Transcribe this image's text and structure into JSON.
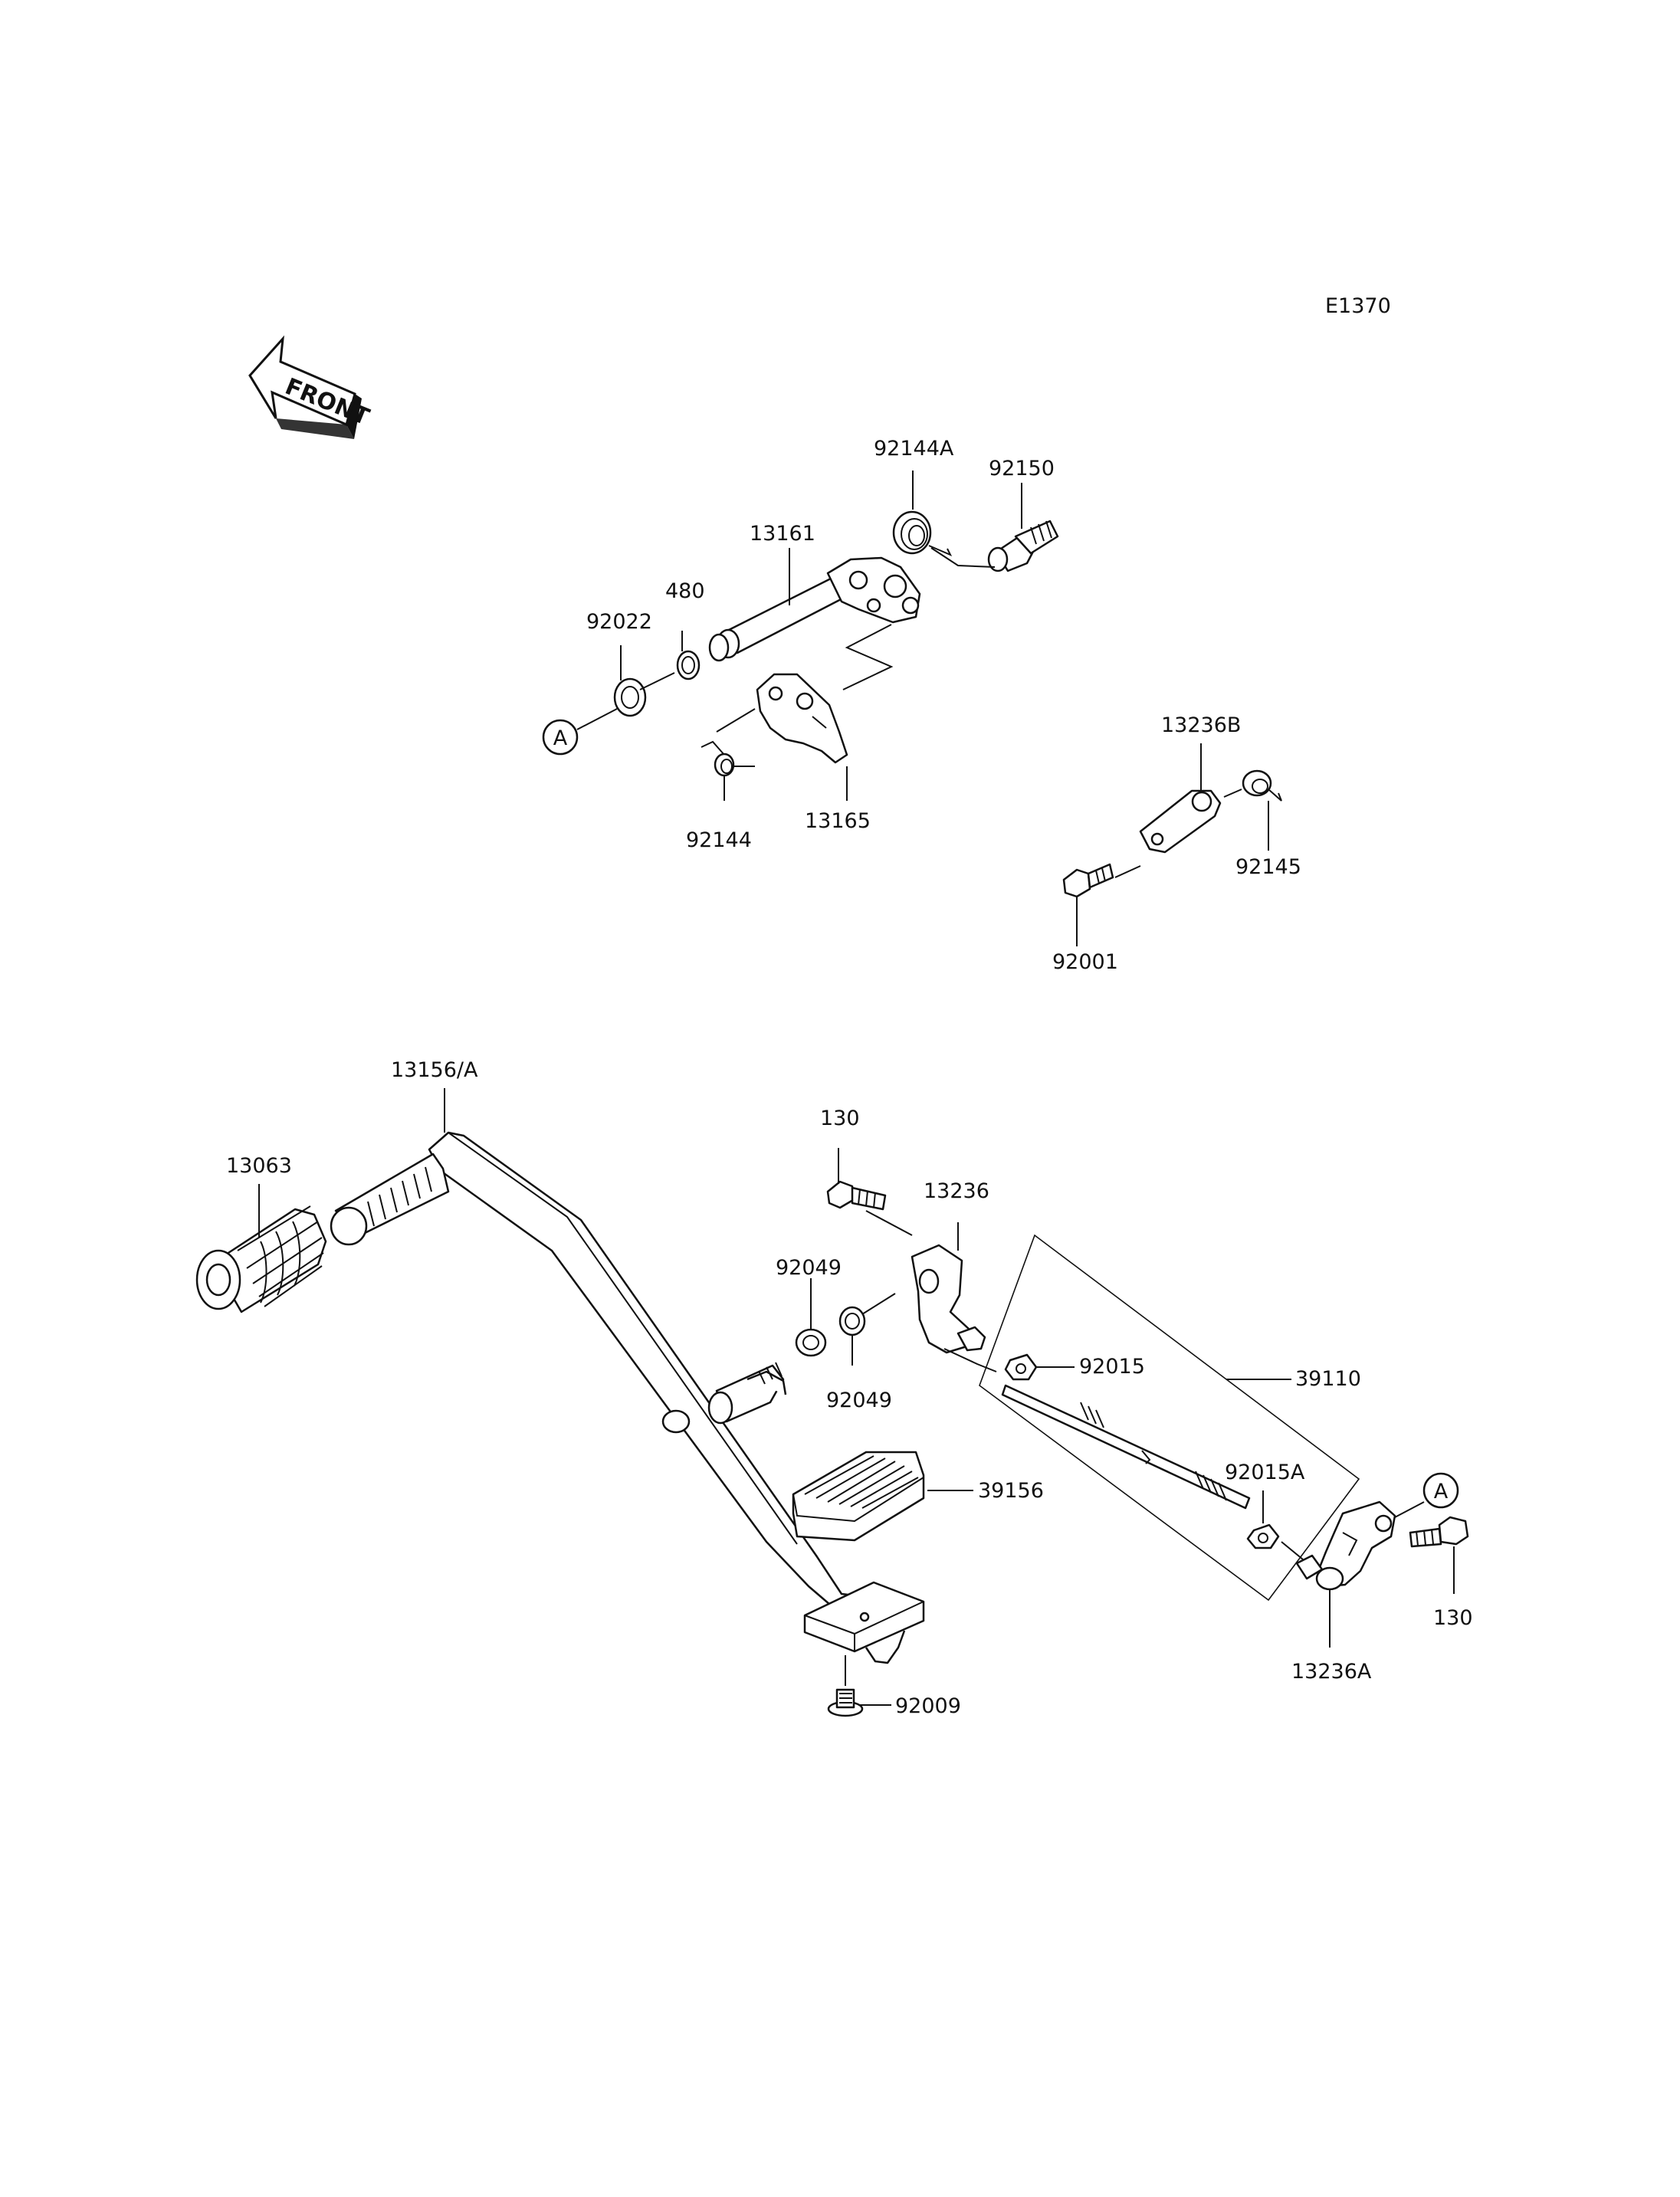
{
  "diagram_code": "E1370",
  "front_label": "FRONT",
  "reference_marker": "A",
  "parts": {
    "p92144A": "92144A",
    "p92150": "92150",
    "p13161": "13161",
    "p480": "480",
    "p92022": "92022",
    "p92144": "92144",
    "p13165": "13165",
    "p13236B": "13236B",
    "p92145": "92145",
    "p92001": "92001",
    "p13156A": "13156/A",
    "p13063": "13063",
    "p130_top": "130",
    "p13236": "13236",
    "p92049_a": "92049",
    "p92049_b": "92049",
    "p92015": "92015",
    "p39110": "39110",
    "p92015A": "92015A",
    "p39156": "39156",
    "p130_right": "130",
    "p13236A": "13236A",
    "p92009": "92009"
  }
}
